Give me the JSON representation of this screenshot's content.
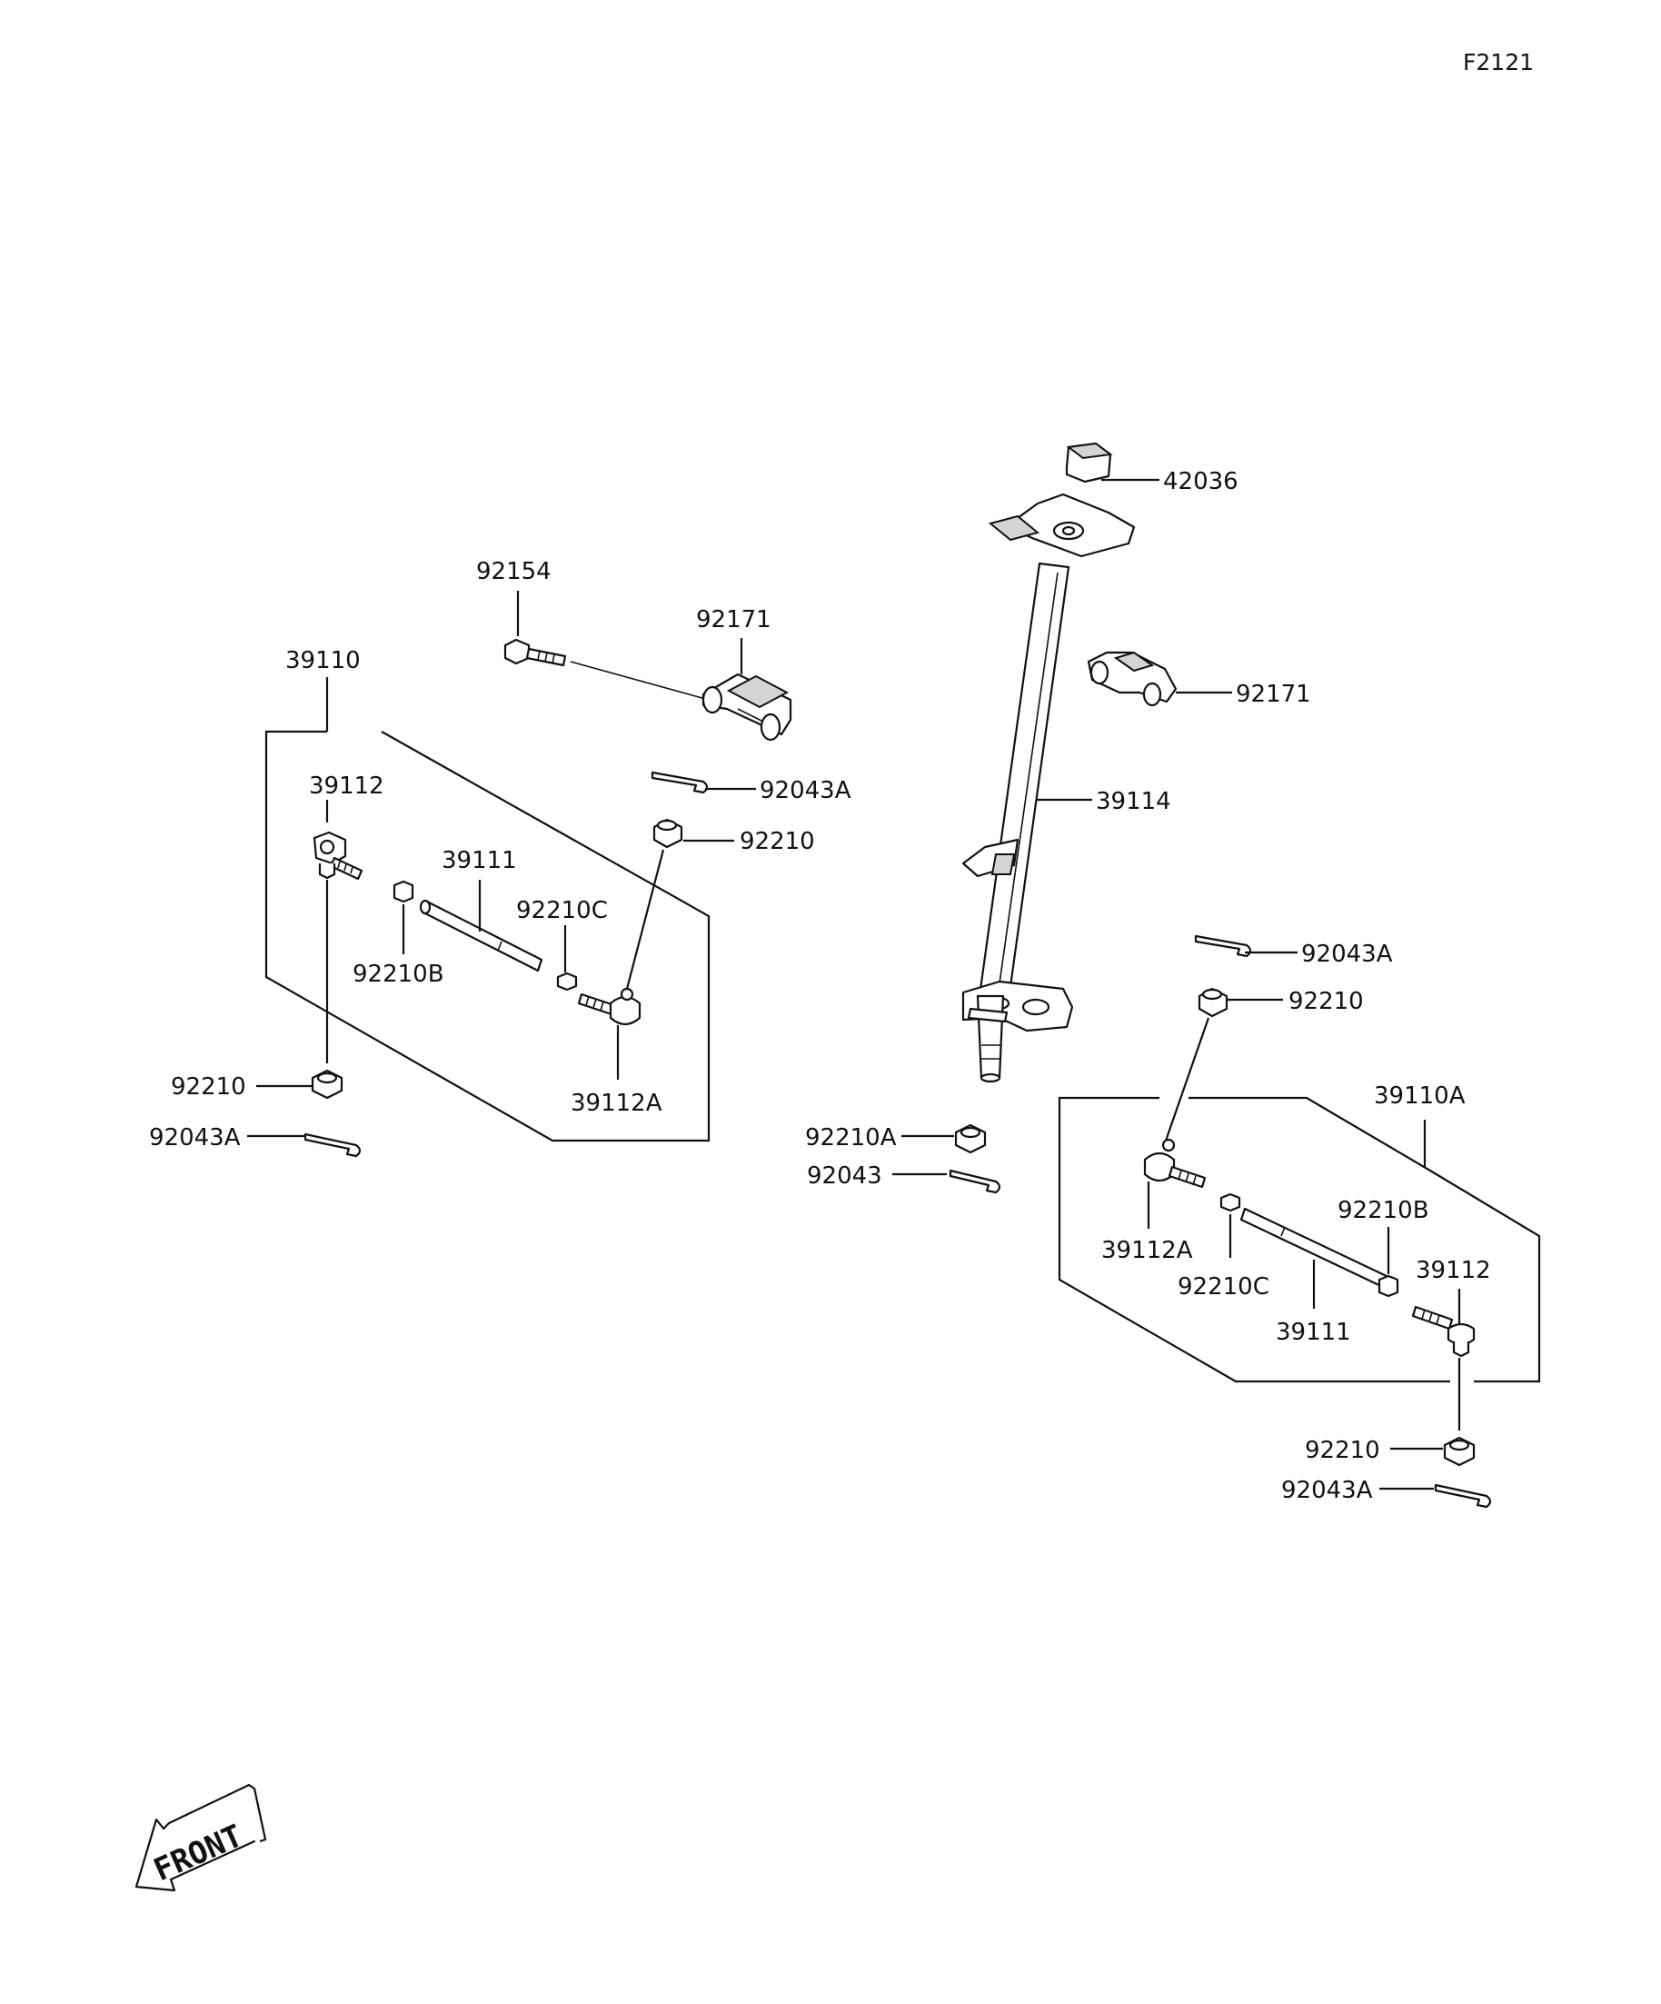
{
  "diagram_code": "F2121",
  "front_label": "FRONT",
  "callouts": {
    "c42036": "42036",
    "c92154": "92154",
    "c92171_left": "92171",
    "c92171_right": "92171",
    "c39110": "39110",
    "c39110A": "39110A",
    "c39114": "39114",
    "c92043A_top_left": "92043A",
    "c92210_top_left": "92210",
    "c39112_left": "39112",
    "c39111_left": "39111",
    "c92210C_left": "92210C",
    "c92210B_left": "92210B",
    "c92210_bottom_left": "92210",
    "c39112A_left": "39112A",
    "c92043A_bottom_left": "92043A",
    "c92043A_mid_right": "92043A",
    "c92210_mid_right": "92210",
    "c92210A": "92210A",
    "c92043": "92043",
    "c92210B_right": "92210B",
    "c39112_right": "39112",
    "c39112A_right": "39112A",
    "c92210C_right": "92210C",
    "c39111_right": "39111",
    "c92210_bottom_right": "92210",
    "c92043A_bottom_right": "92043A"
  }
}
